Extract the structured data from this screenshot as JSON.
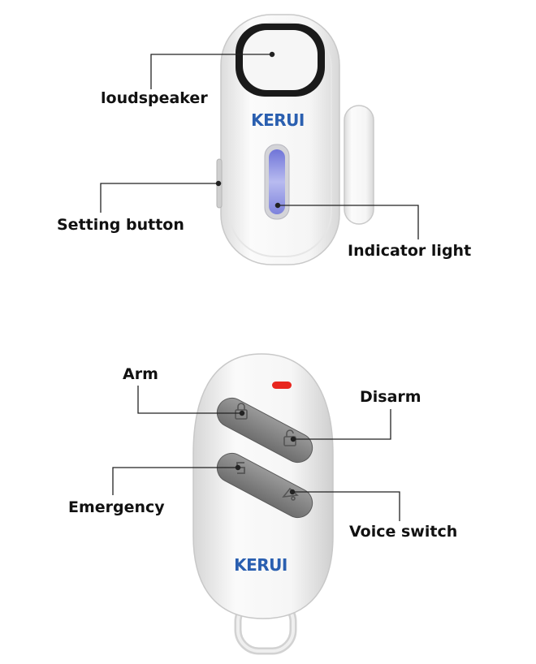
{
  "brand": {
    "logo_text": "KERUI",
    "color": "#2a5fb0"
  },
  "sensor_labels": {
    "loudspeaker": "loudspeaker",
    "setting_button": "Setting button",
    "indicator_light": "Indicator light"
  },
  "remote_labels": {
    "arm": "Arm",
    "disarm": "Disarm",
    "emergency": "Emergency",
    "voice_switch": "Voice switch"
  },
  "colors": {
    "device_body": "#f4f4f4",
    "indicator": "#8a8fe0",
    "remote_led": "#e8261e",
    "remote_button": "#8a8a8a",
    "leader_line": "#222222"
  },
  "icons": {
    "arm": "lock-icon",
    "disarm": "unlock-icon",
    "emergency": "sos-icon",
    "voice_switch": "bell-icon"
  }
}
